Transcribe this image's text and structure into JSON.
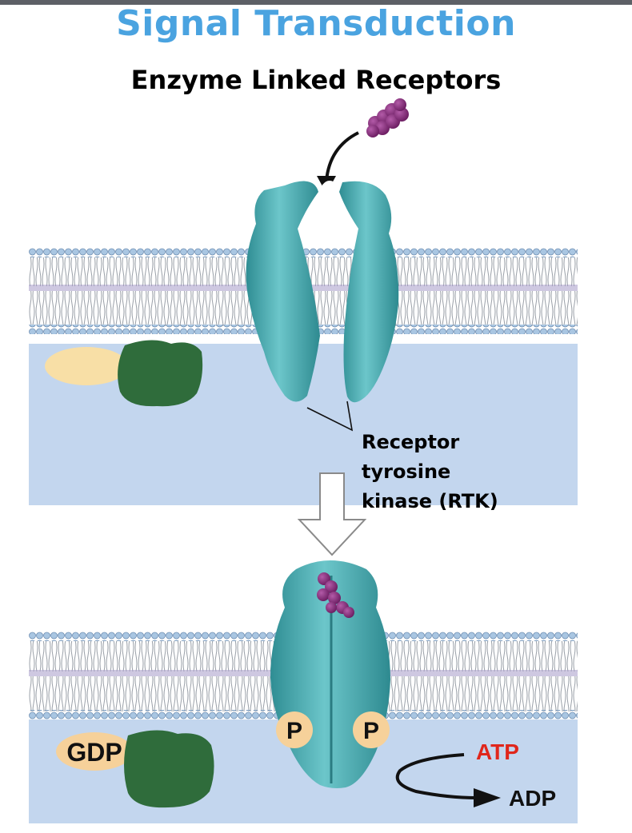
{
  "title": "Signal Transduction",
  "subtitle": "Enzyme Linked Receptors",
  "receptor_label": "Receptor tyrosine kinase (RTK)",
  "receptor_label_lines": [
    "Receptor",
    "tyrosine",
    "kinase (RTK)"
  ],
  "molecules": {
    "gdp": "GDP",
    "phosphate": "P",
    "atp": "ATP",
    "adp": "ADP"
  },
  "colors": {
    "title": "#4aa3e0",
    "receptor": "#3f9ea4",
    "receptor_highlight": "#7ccdd0",
    "ligand": "#8a2a7e",
    "g_protein": "#2e6b3a",
    "gdp_oval": "#f6d9a0",
    "cytoplasm": "#c3d6ee",
    "membrane_lipid_head": "#8fb5d8",
    "atp_text": "#e0261b"
  }
}
